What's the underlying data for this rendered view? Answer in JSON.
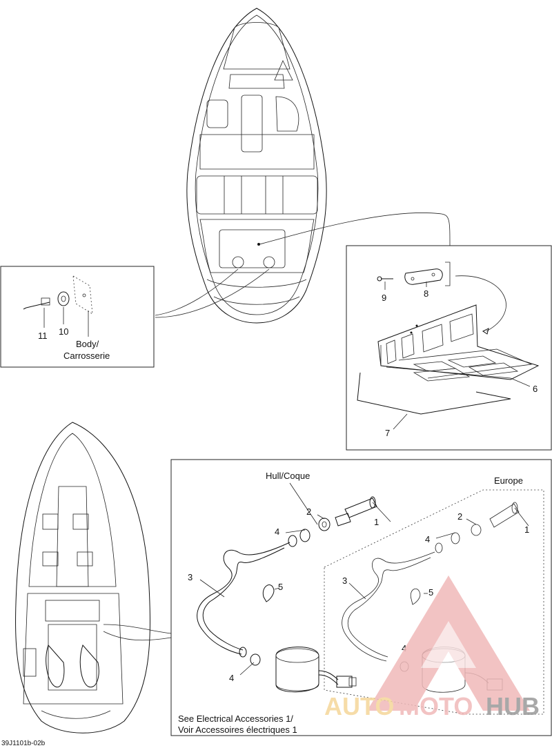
{
  "labels": {
    "body": "Body/",
    "carrosserie": "Carrosserie",
    "hull": "Hull/Coque",
    "europe": "Europe",
    "see_electrical_1": "See Electrical Accessories 1/",
    "see_electrical_2": "Voir Accessoires électriques 1",
    "ref_code": "39J1101b-02b"
  },
  "callouts": {
    "c1a": "1",
    "c1b": "1",
    "c2a": "2",
    "c2b": "2",
    "c3a": "3",
    "c3b": "3",
    "c4a": "4",
    "c4b": "4",
    "c4c": "4",
    "c4d": "4",
    "c5a": "5",
    "c5b": "5",
    "c6": "6",
    "c7": "7",
    "c8": "8",
    "c9": "9",
    "c10": "10",
    "c11": "11"
  },
  "watermark": {
    "part1": "AUTO",
    "part2": "MOTO",
    "part3": "HUB",
    "color_primary": "#f0b9b9",
    "color_secondary": "#f5d79a",
    "color_dark": "#9a9a9a"
  }
}
